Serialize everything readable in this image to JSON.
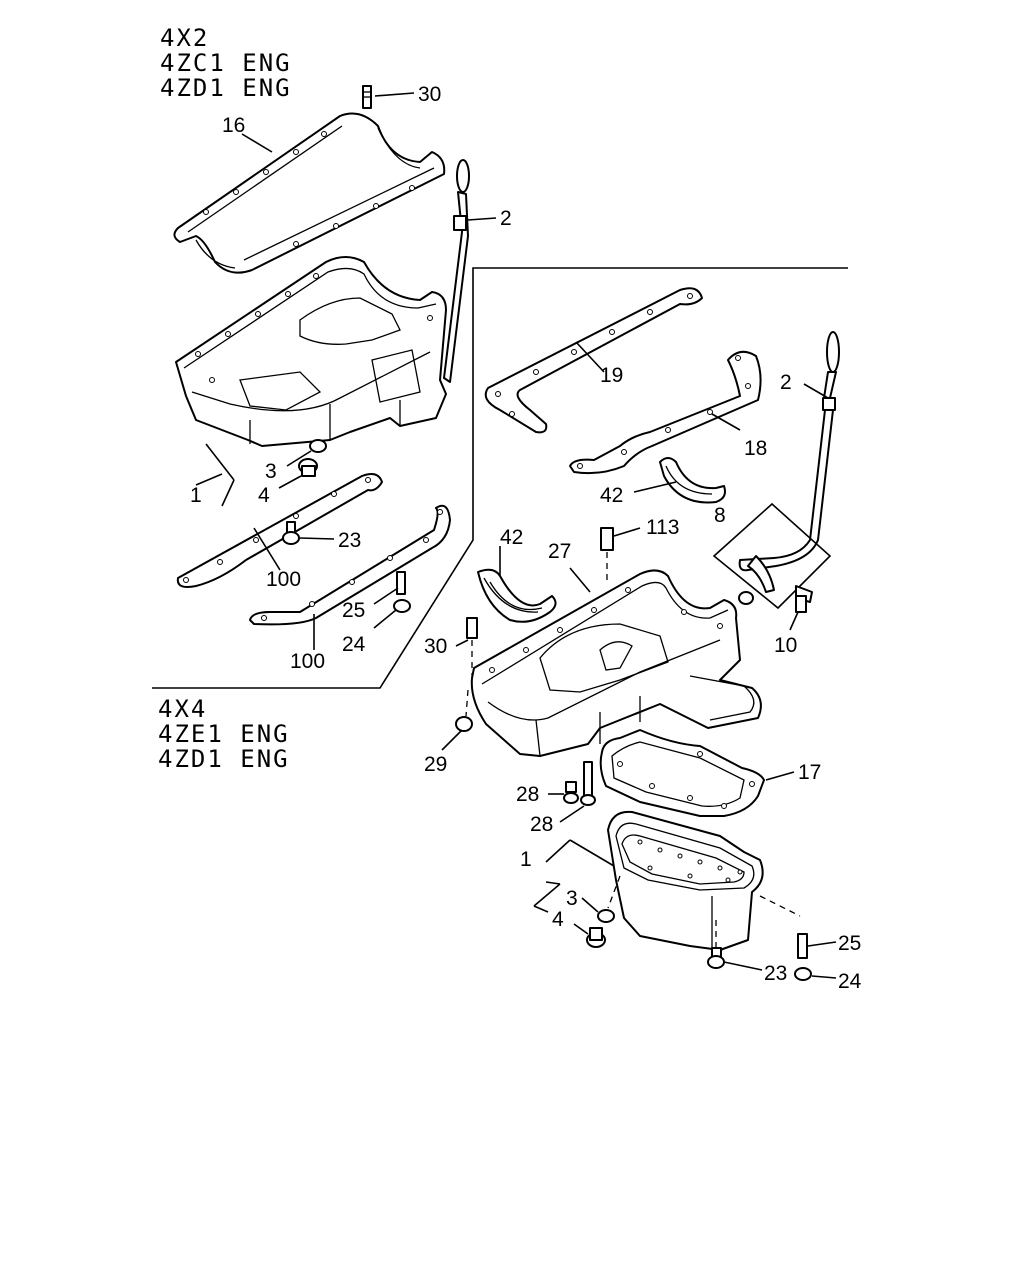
{
  "variant_a": {
    "lines": [
      "4X2",
      "4ZC1  ENG",
      "4ZD1  ENG"
    ]
  },
  "variant_b": {
    "lines": [
      "4X4",
      "4ZE1  ENG",
      "4ZD1  ENG"
    ]
  },
  "callouts": {
    "a_30": "30",
    "a_16": "16",
    "a_2": "2",
    "a_1": "1",
    "a_3": "3",
    "a_4": "4",
    "a_23": "23",
    "a_100_upper": "100",
    "a_25": "25",
    "a_24": "24",
    "a_100_lower": "100",
    "b_19": "19",
    "b_2": "2",
    "b_18": "18",
    "b_42_right": "42",
    "b_8": "8",
    "b_113": "113",
    "b_42_left": "42",
    "b_27": "27",
    "b_10": "10",
    "b_30": "30",
    "b_29": "29",
    "b_17": "17",
    "b_28_upper": "28",
    "b_28_lower": "28",
    "b_1": "1",
    "b_3": "3",
    "b_4": "4",
    "b_25": "25",
    "b_23": "23",
    "b_24": "24"
  }
}
